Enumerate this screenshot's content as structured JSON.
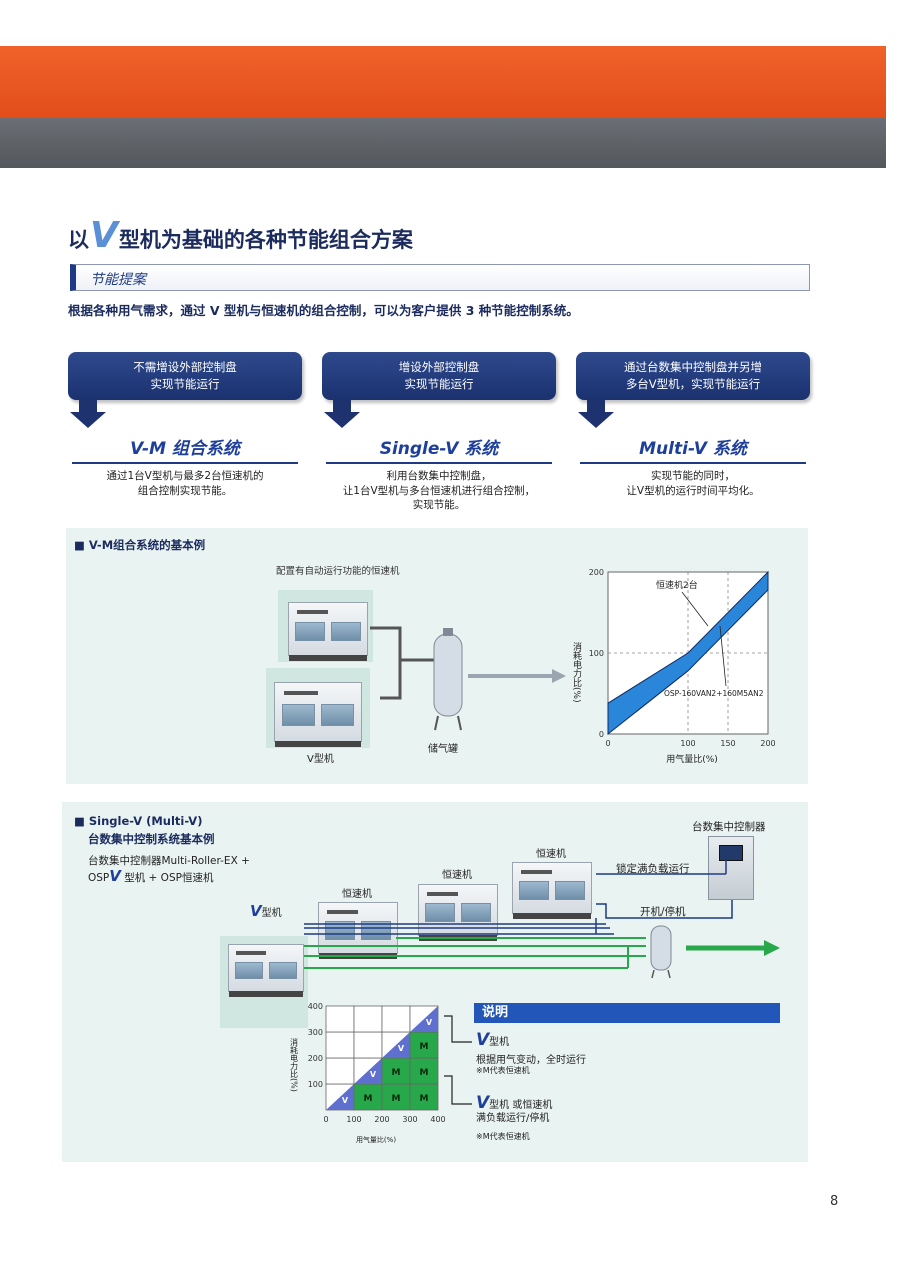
{
  "page": {
    "title_pre": "以",
    "title_v": "V",
    "title_post": "型机为基础的各种节能组合方案",
    "section_label": "节能提案",
    "intro": "根据各种用气需求，通过 V 型机与恒速机的组合控制，可以为客户提供 3 种节能控制系统。",
    "page_number": "8"
  },
  "columns": [
    {
      "box_lines": [
        "不需增设外部控制盘",
        "实现节能运行"
      ],
      "system": "V-M 组合系统",
      "desc_lines": [
        "通过1台V型机与最多2台恒速机的",
        "组合控制实现节能。"
      ]
    },
    {
      "box_lines": [
        "增设外部控制盘",
        "实现节能运行"
      ],
      "system": "Single-V 系统",
      "desc_lines": [
        "利用台数集中控制盘，",
        "让1台V型机与多台恒速机进行组合控制，",
        "实现节能。"
      ]
    },
    {
      "box_lines": [
        "通过台数集中控制盘并另增",
        "多台V型机，实现节能运行"
      ],
      "system": "Multi-V 系统",
      "desc_lines": [
        "实现节能的同时，",
        "让V型机的运行时间平均化。"
      ]
    }
  ],
  "vm_panel": {
    "title": "■ V-M组合系统的基本例",
    "note_auto": "配置有自动运行功能的恒速机",
    "label_v": "V型机",
    "label_tank": "储气罐"
  },
  "sv_panel": {
    "title_line1": "■ Single-V (Multi-V)",
    "title_line2": "台数集中控制系统基本例",
    "sub_line1": "台数集中控制器Multi-Roller-EX +",
    "sub_pre": "OSP",
    "sub_v": "V",
    "sub_post": " 型机 + OSP恒速机",
    "controller": "台数集中控制器",
    "constant1": "恒速机",
    "constant2": "恒速机",
    "constant3": "恒速机",
    "v_big": "V",
    "v_small": "型机",
    "fixed_full": "锁定满负载运行",
    "start_stop": "开机/停机"
  },
  "legend": {
    "title": "说明",
    "item1_v": "V",
    "item1_label": "型机",
    "item1_desc": "根据用气变动，全时运行",
    "item1_note": "※M代表恒速机",
    "item2_v": "V",
    "item2_label": "型机 或恒速机",
    "item2_desc": "满负载运行/停机",
    "item2_note": "※M代表恒速机"
  },
  "chart_data": [
    {
      "type": "area",
      "ylabel": "消耗电力比(%)",
      "xlabel": "用气量比(%)",
      "xlim": [
        0,
        200
      ],
      "ylim": [
        0,
        200
      ],
      "x_ticks": [
        0,
        100,
        150,
        200
      ],
      "y_ticks": [
        0,
        100,
        200
      ],
      "annotations": [
        "恒速机2台",
        "OSP-160VAN2+160M5AN2"
      ],
      "band_upper": [
        [
          0,
          38
        ],
        [
          100,
          100
        ],
        [
          200,
          200
        ]
      ],
      "band_lower": [
        [
          0,
          0
        ],
        [
          100,
          78
        ],
        [
          200,
          178
        ]
      ],
      "grid": "dashed",
      "color": "#2a86d8"
    },
    {
      "type": "heatmap",
      "ylabel": "消耗电力比(%)",
      "xlabel": "用气量比(%)",
      "x_ticks": [
        0,
        100,
        200,
        300,
        400
      ],
      "y_ticks": [
        100,
        200,
        300,
        400
      ],
      "rows": [
        [
          "V",
          "M",
          "M",
          "M"
        ],
        [
          "",
          "V",
          "M",
          "M"
        ],
        [
          "",
          "",
          "V",
          "M"
        ],
        [
          "",
          "",
          "",
          "V"
        ]
      ],
      "colors": {
        "V": "#5f6fd0",
        "M": "#27a84a"
      }
    }
  ]
}
